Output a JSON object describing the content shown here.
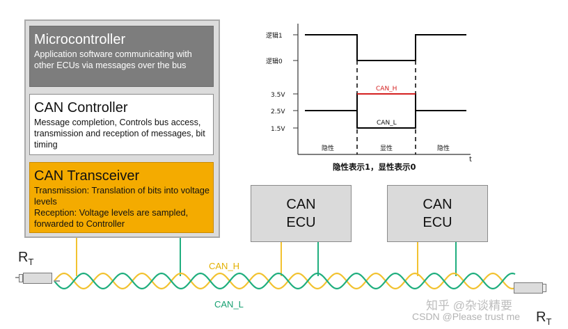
{
  "microcontroller": {
    "title": "Microcontroller",
    "description": "Application software communicating with other ECUs via messages over the bus"
  },
  "can_controller": {
    "title": "CAN Controller",
    "description": "Message completion, Controls bus access, transmission and reception of messages, bit timing"
  },
  "can_transceiver": {
    "title": "CAN Transceiver",
    "line1": "Transmission: Translation of bits into voltage levels",
    "line2": "Reception: Voltage levels are sampled, forwarded to Controller"
  },
  "ecus": [
    {
      "line1": "CAN",
      "line2": "ECU"
    },
    {
      "line1": "CAN",
      "line2": "ECU"
    }
  ],
  "bus": {
    "can_h_label": "CAN_H",
    "can_l_label": "CAN_L",
    "terminator_left": {
      "main": "R",
      "sub": "T"
    },
    "terminator_right": {
      "main": "R",
      "sub": "T"
    },
    "colors": {
      "can_h": "#f2c230",
      "can_l": "#1fae7e",
      "transceiver": "#f4ab00",
      "microcontroller": "#7d7d7d",
      "can_h_signal": "#d41f1f"
    }
  },
  "timing": {
    "logic_labels": [
      "逻辑1",
      "逻辑0"
    ],
    "voltage_labels": [
      "3.5V",
      "2.5V",
      "1.5V"
    ],
    "signal_labels": [
      "CAN_H",
      "CAN_L"
    ],
    "region_labels": [
      "隐性",
      "显性",
      "隐性"
    ],
    "t_label": "t",
    "caption": "隐性表示1，显性表示0"
  },
  "watermarks": {
    "zhihu": "知乎 @杂谈精要",
    "csdn": "CSDN @Please trust me"
  }
}
